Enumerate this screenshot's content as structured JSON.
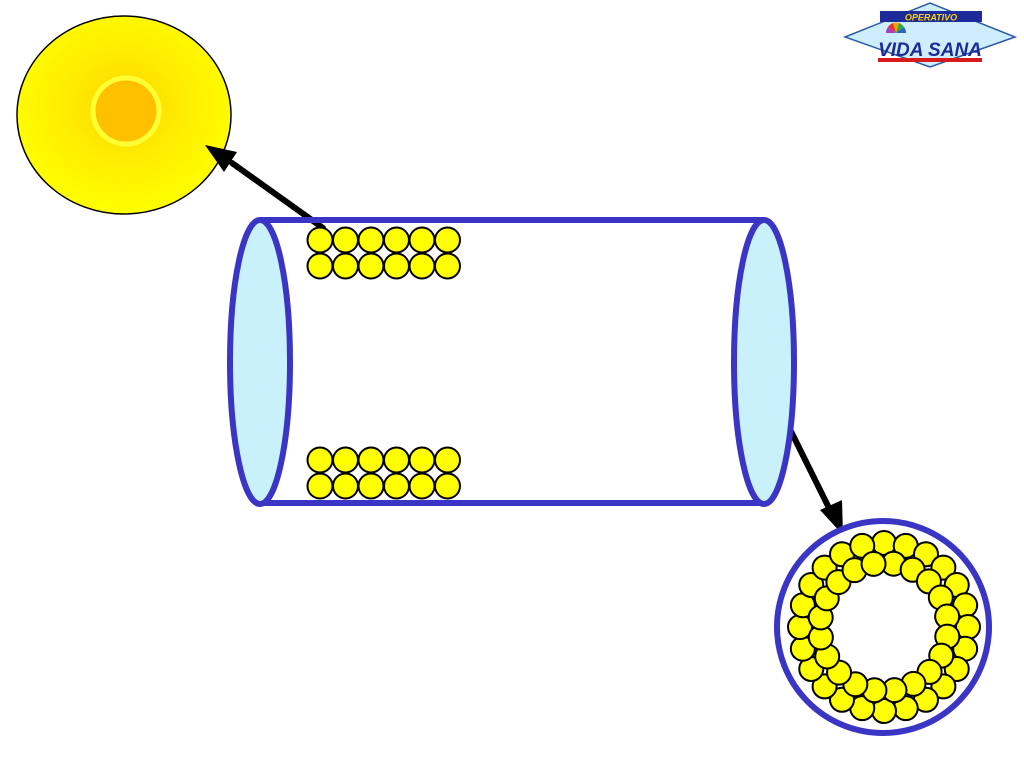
{
  "logo": {
    "banner_text": "OPERATIVO",
    "main_text": "VIDA SANA",
    "icon": "pinwheel-icon",
    "colors": {
      "diamond_fill": "#cfeefd",
      "diamond_stroke": "#2b5aa8",
      "banner": "#1d2a9a",
      "banner_text": "#ffd400",
      "main_text": "#1d2a9a",
      "underline": "#d81b1b"
    }
  },
  "colors": {
    "cell_fill": "#ffff00",
    "cell_stroke": "#000000",
    "tube_stroke": "#3a35c4",
    "tube_end_fill": "#c9f1fb",
    "arrow": "#000000",
    "large_cell_outer": "#ffff00",
    "large_cell_nucleus": "#ffc000"
  },
  "tube_cells": {
    "rows_per_group": 2,
    "cells_per_row": 6
  },
  "cross_section_cells": 44
}
